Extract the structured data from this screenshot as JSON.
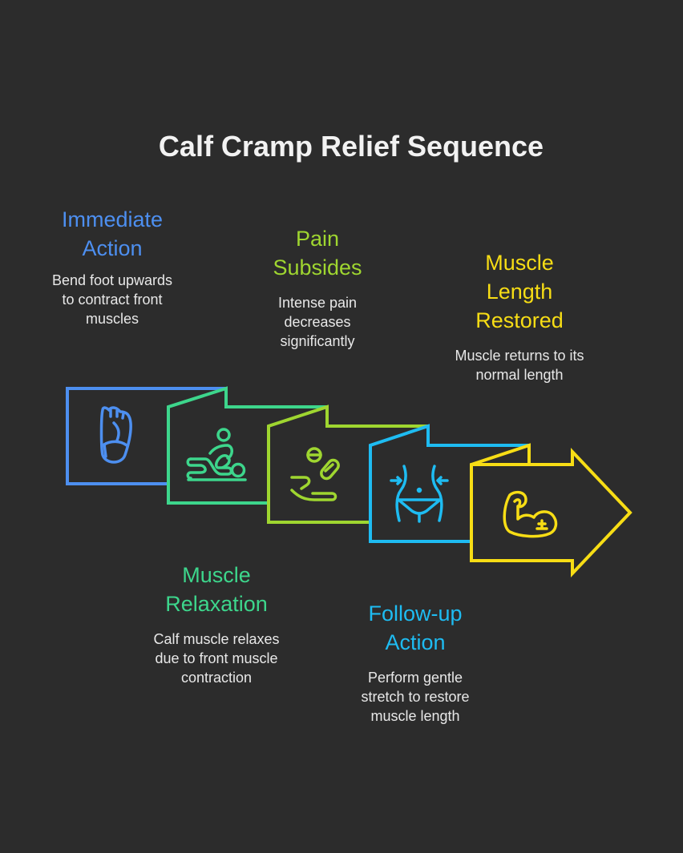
{
  "title": "Calf Cramp Relief Sequence",
  "steps": [
    {
      "heading": "Immediate\nAction",
      "description": "Bend foot upwards\nto contract front\nmuscles",
      "color": "#4d8ff0",
      "icon": "foot-icon"
    },
    {
      "heading": "Muscle\nRelaxation",
      "description": "Calf muscle relaxes\ndue to front muscle\ncontraction",
      "color": "#3dd68c",
      "icon": "massage-icon"
    },
    {
      "heading": "Pain\nSubsides",
      "description": "Intense pain\ndecreases\nsignificantly",
      "color": "#9fd630",
      "icon": "pill-hand-icon"
    },
    {
      "heading": "Follow-up\nAction",
      "description": "Perform gentle\nstretch to restore\nmuscle length",
      "color": "#1ebcf2",
      "icon": "waist-icon"
    },
    {
      "heading": "Muscle\nLength\nRestored",
      "description": "Muscle returns to its\nnormal length",
      "color": "#f7dd15",
      "icon": "flexed-arm-icon"
    }
  ]
}
